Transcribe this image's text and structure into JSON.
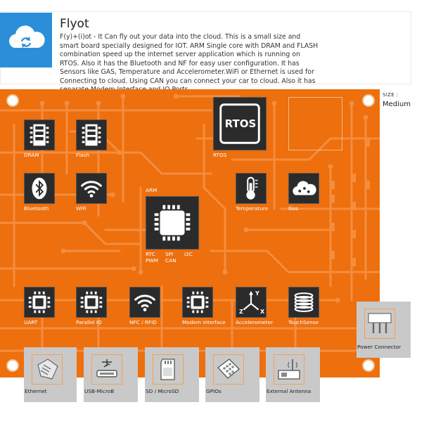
{
  "header": {
    "title": "Flyot",
    "description": "F(y)+(i)ot - It Can fly out your data into the cloud. This is a small size and smart board specially designed for IOT. ARM Single core with DRAM and FLASH combination speed up the internet server application which is running on RTOS. Also it has the Bluetooth and NF for easy user configuration. It has Sensors like GAS, Temperature and Accelerometer.WiFi or Ethernet is used for Connecting to cloud. Using CAN you can connect your car to cloud. Also it has separate Modem Interface and IO Ports."
  },
  "logo": {
    "icon": "cloud-sync-icon",
    "color": "#2a8fd8"
  },
  "size": {
    "label": "SIZE :",
    "value": "Medium"
  },
  "board": {
    "color": "#ed6f0e",
    "trace_color": "#f58d3e",
    "tile_color": "#2b2b2b",
    "components": {
      "dram": {
        "label": "DRAM",
        "icon": "memory-chip-icon"
      },
      "flash": {
        "label": "Flash",
        "icon": "memory-chip-icon"
      },
      "rtos": {
        "label": "RTOS",
        "text": "RTOS",
        "icon": "rtos-icon"
      },
      "bluetooth": {
        "label": "Bluetooth",
        "icon": "bluetooth-icon"
      },
      "wifi": {
        "label": "WiFi",
        "icon": "wifi-icon"
      },
      "arm": {
        "label": "ARM",
        "icon": "processor-icon"
      },
      "arm_pins": [
        "RTC",
        "SPI",
        "I2C",
        "PWM",
        "CAN"
      ],
      "temperature": {
        "label": "Temperature",
        "icon": "thermometer-icon"
      },
      "gas": {
        "label": "Gas",
        "icon": "gas-cloud-icon"
      },
      "uart": {
        "label": "UART",
        "icon": "chip-icon"
      },
      "parallel_io": {
        "label": "Parallel IO",
        "icon": "chip-icon"
      },
      "nfc": {
        "label": "NFC / RFID",
        "icon": "wifi-icon"
      },
      "modem": {
        "label": "Modem interface",
        "icon": "chip-icon"
      },
      "accelerometer": {
        "label": "Accelerometer",
        "icon": "xyz-axes-icon",
        "axes": [
          "Y",
          "Z",
          "X"
        ]
      },
      "touchsense": {
        "label": "TouchSense",
        "icon": "coil-icon"
      }
    }
  },
  "connectors": {
    "power": {
      "label": "Power Connector",
      "icon": "power-connector-icon"
    },
    "ethernet": {
      "label": "Ethernet",
      "icon": "ethernet-port-icon"
    },
    "usb": {
      "label": "USB-MicroB",
      "icon": "usb-icon"
    },
    "sd": {
      "label": "SD / MicroSD",
      "icon": "sd-card-icon"
    },
    "gpios": {
      "label": "GPIOs",
      "icon": "gpio-header-icon"
    },
    "antenna": {
      "label": "External Antenna",
      "icon": "antenna-icon"
    }
  }
}
